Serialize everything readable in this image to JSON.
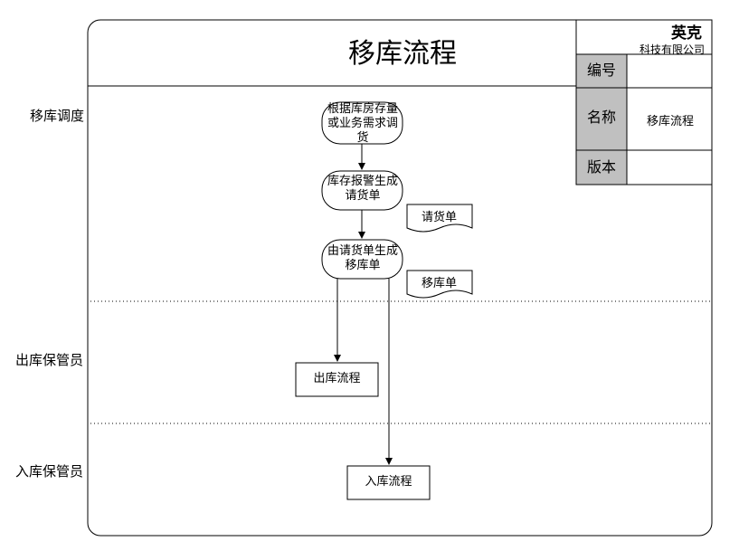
{
  "title": "移库流程",
  "brand": {
    "name": "英克",
    "company": "科技有限公司"
  },
  "info_table": {
    "rows": [
      {
        "label": "编号",
        "value": ""
      },
      {
        "label": "名称",
        "value": "移库流程"
      },
      {
        "label": "版本",
        "value": ""
      }
    ]
  },
  "lanes": [
    {
      "label": "移库调度"
    },
    {
      "label": "出库保管员"
    },
    {
      "label": "入库保管员"
    }
  ],
  "nodes": {
    "request_goods": {
      "text": "根据库房存量或业务需求调货"
    },
    "stock_alert": {
      "text": "库存报警生成请货单"
    },
    "from_request": {
      "text": "由请货单生成移库单"
    },
    "outbound": {
      "text": "出库流程"
    },
    "inbound": {
      "text": "入库流程"
    }
  },
  "documents": {
    "request_doc": {
      "text": "请货单"
    },
    "transfer_doc": {
      "text": "移库单"
    }
  },
  "colors": {
    "info_label_bg": "#c0c0c0",
    "line": "#000000"
  }
}
